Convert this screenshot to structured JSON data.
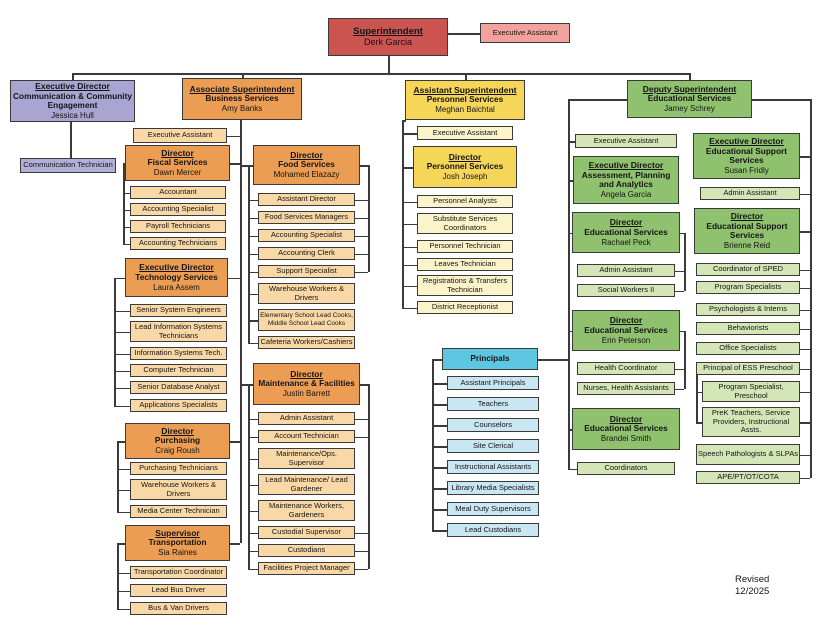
{
  "org": {
    "superintendent": {
      "title": "Superintendent",
      "name": "Derk Garcia"
    },
    "superintendent_assistant": {
      "label": "Executive Assistant"
    },
    "communication": {
      "head": {
        "title": "Executive Director",
        "subtitle": "Communication & Community Engagement",
        "name": "Jessica Hull"
      },
      "technician": {
        "label": "Communication Technician"
      }
    },
    "business": {
      "head": {
        "title": "Associate Superintendent",
        "subtitle": "Business Services",
        "name": "Amy Banks"
      },
      "exec_assistant": {
        "label": "Executive Assistant"
      },
      "fiscal": {
        "head": {
          "title": "Director",
          "subtitle": "Fiscal Services",
          "name": "Dawn Mercer"
        },
        "accountant": {
          "label": "Accountant"
        },
        "accounting_specialist": {
          "label": "Accounting Specialist"
        },
        "payroll_technicians": {
          "label": "Payroll Technicians"
        },
        "accounting_technicians": {
          "label": "Accounting Technicians"
        }
      },
      "technology": {
        "head": {
          "title": "Executive Director",
          "subtitle": "Technology Services",
          "name": "Laura Assem"
        },
        "senior_system_engineers": {
          "label": "Senior System Engineers"
        },
        "lead_information_systems_technicians": {
          "label": "Lead Information Systems Technicians"
        },
        "information_systems_tech": {
          "label": "Information Systems Tech."
        },
        "computer_technician": {
          "label": "Computer Technician"
        },
        "senior_database_analyst": {
          "label": "Senior Database Analyst"
        },
        "applications_specialists": {
          "label": "Applications Specialists"
        }
      },
      "purchasing": {
        "head": {
          "title": "Director",
          "subtitle": "Purchasing",
          "name": "Craig Roush"
        },
        "purchasing_technicians": {
          "label": "Purchasing Technicians"
        },
        "warehouse_workers_drivers": {
          "label": "Warehouse Workers & Drivers"
        },
        "media_center_technician": {
          "label": "Media Center Technician"
        }
      },
      "transportation": {
        "head": {
          "title": "Supervisor",
          "subtitle": "Transportation",
          "name": "Sia Raines"
        },
        "transportation_coordinator": {
          "label": "Transportation Coordinator"
        },
        "lead_bus_driver": {
          "label": "Lead Bus Driver"
        },
        "bus_van_drivers": {
          "label": "Bus & Van Drivers"
        }
      },
      "food": {
        "head": {
          "title": "Director",
          "subtitle": "Food Services",
          "name": "Mohamed Elazazy"
        },
        "assistant_director": {
          "label": "Assistant Director"
        },
        "food_services_managers": {
          "label": "Food Services Managers"
        },
        "accounting_specialist": {
          "label": "Accounting Specialist"
        },
        "accounting_clerk": {
          "label": "Accounting Clerk"
        },
        "support_specialist": {
          "label": "Support Specialist"
        },
        "warehouse_workers_drivers": {
          "label": "Warehouse Workers & Drivers"
        },
        "school_lead_cooks": {
          "label": "Elementary School Lead Cooks, Middle School Lead Cooks"
        },
        "cafeteria_workers": {
          "label": "Cafeteria Workers/Cashiers"
        }
      },
      "maintenance": {
        "head": {
          "title": "Director",
          "subtitle": "Maintenance & Facilities",
          "name": "Justin Barrett"
        },
        "admin_assistant": {
          "label": "Admin Assistant"
        },
        "account_technician": {
          "label": "Account Technician"
        },
        "maintenance_ops_supervisor": {
          "label": "Maintenance/Ops. Supervisor"
        },
        "lead_maintenance_lead_gardener": {
          "label": "Lead Maintenance/ Lead Gardener"
        },
        "maintenance_workers_gardeners": {
          "label": "Maintenance Workers, Gardeners"
        },
        "custodial_supervisor": {
          "label": "Custodial Supervisor"
        },
        "custodians": {
          "label": "Custodians"
        },
        "facilities_project_manager": {
          "label": "Facilities Project Manager"
        }
      }
    },
    "personnel": {
      "head": {
        "title": "Assistant Superintendent",
        "subtitle": "Personnel Services",
        "name": "Meghan Baichtal"
      },
      "exec_assistant": {
        "label": "Executive Assistant"
      },
      "director": {
        "title": "Director",
        "subtitle": "Personnel Services",
        "name": "Josh Joseph"
      },
      "personnel_analysts": {
        "label": "Personnel Analysts"
      },
      "substitute_services_coordinators": {
        "label": "Substitute Services Coordinators"
      },
      "personnel_technician": {
        "label": "Personnel Technician"
      },
      "leaves_technician": {
        "label": "Leaves Technician"
      },
      "registrations_transfers_technician": {
        "label": "Registrations & Transfers Technician"
      },
      "district_receptionist": {
        "label": "District Receptionist"
      }
    },
    "schools": {
      "principals": {
        "label": "Principals"
      },
      "assistant_principals": {
        "label": "Assistant Principals"
      },
      "teachers": {
        "label": "Teachers"
      },
      "counselors": {
        "label": "Counselors"
      },
      "site_clerical": {
        "label": "Site Clerical"
      },
      "instructional_assistants": {
        "label": "Instructional Assistants"
      },
      "library_media_specialists": {
        "label": "Library Media Specialists"
      },
      "meal_duty_supervisors": {
        "label": "Meal Duty Supervisors"
      },
      "lead_custodians": {
        "label": "Lead Custodians"
      }
    },
    "educational": {
      "head": {
        "title": "Deputy Superintendent",
        "subtitle": "Educational Services",
        "name": "Jamey Schrey"
      },
      "exec_assistant": {
        "label": "Executive Assistant"
      },
      "assessment": {
        "head": {
          "title": "Executive Director",
          "subtitle": "Assessment, Planning and Analytics",
          "name": "Angela Garcia"
        }
      },
      "services_peck": {
        "head": {
          "title": "Director",
          "subtitle": "Educational Services",
          "name": "Rachael Peck"
        },
        "admin_assistant": {
          "label": "Admin Assistant"
        },
        "social_workers": {
          "label": "Social Workers II"
        }
      },
      "services_peterson": {
        "head": {
          "title": "Director",
          "subtitle": "Educational Services",
          "name": "Erin Peterson"
        },
        "health_coordinator": {
          "label": "Health Coordinator"
        },
        "nurses_health_assistants": {
          "label": "Nurses, Health Assistants"
        }
      },
      "services_smith": {
        "head": {
          "title": "Director",
          "subtitle": "Educational Services",
          "name": "Brandei Smith"
        },
        "coordinators": {
          "label": "Coordinators"
        }
      },
      "support": {
        "exec_head": {
          "title": "Executive Director",
          "subtitle": "Educational Support Services",
          "name": "Susan Fridly"
        },
        "admin_assistant": {
          "label": "Admin Assistant"
        },
        "director": {
          "title": "Director",
          "subtitle": "Educational Support Services",
          "name": "Brienne Reid"
        },
        "coordinator_of_sped": {
          "label": "Coordinator of SPED"
        },
        "program_specialists": {
          "label": "Program Specialists"
        },
        "psychologists_interns": {
          "label": "Psychologists & Interns"
        },
        "behaviorists": {
          "label": "Behaviorists"
        },
        "office_specialists": {
          "label": "Office Specialists"
        },
        "principal_ess_preschool": {
          "label": "Principal of ESS Preschool"
        },
        "program_specialist_preschool": {
          "label": "Program Specialist, Preschool"
        },
        "prek_teachers": {
          "label": "PreK Teachers, Service Providers, Instructional Assts."
        },
        "speech_pathologists": {
          "label": "Speech Pathologists & SLPAs"
        },
        "ape_pt_ot_cota": {
          "label": "APE/PT/OT/COTA"
        }
      }
    }
  },
  "footer": {
    "revised": "Revised",
    "date": "12/2025"
  },
  "colors": {
    "superintendent": "#cb5450",
    "superintendent_light": "#f2a29c",
    "communication": "#a9a4d1",
    "communication_light": "#b2aed7",
    "business": "#eb9d53",
    "business_light": "#f8d8a6",
    "personnel": "#f5d659",
    "personnel_light": "#fbf3c9",
    "educational": "#90c16e",
    "educational_light": "#d4e6b8",
    "schools": "#5dc6e0",
    "schools_light": "#c9e6f3",
    "line": "#3a3a3a"
  }
}
